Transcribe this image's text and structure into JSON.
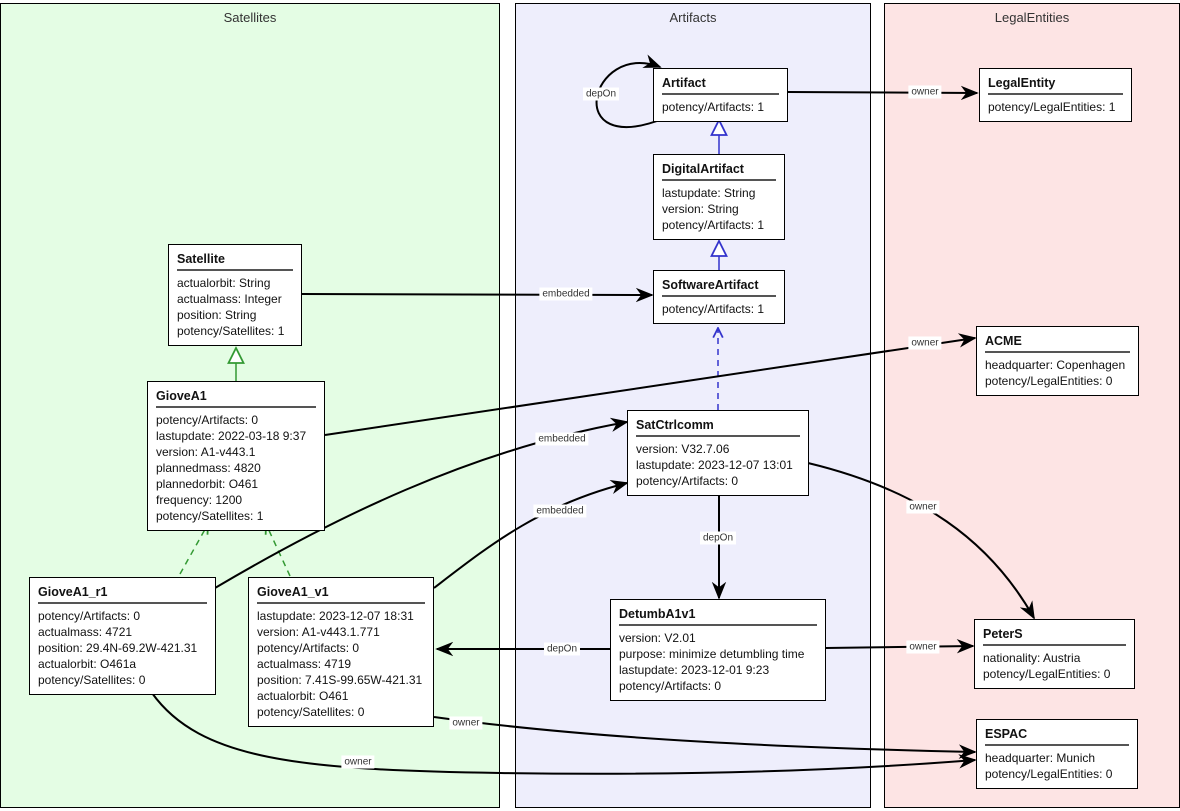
{
  "lanes": {
    "satellites": "Satellites",
    "artifacts": "Artifacts",
    "legal": "LegalEntities"
  },
  "nodes": {
    "artifact": {
      "title": "Artifact",
      "attrs": [
        "potency/Artifacts: 1"
      ]
    },
    "digital_artifact": {
      "title": "DigitalArtifact",
      "attrs": [
        "lastupdate: String",
        "version: String",
        "potency/Artifacts: 1"
      ]
    },
    "software_artifact": {
      "title": "SoftwareArtifact",
      "attrs": [
        "potency/Artifacts: 1"
      ]
    },
    "satctrlcomm": {
      "title": "SatCtrlcomm",
      "attrs": [
        "version: V32.7.06",
        "lastupdate: 2023-12-07 13:01",
        "potency/Artifacts: 0"
      ]
    },
    "detumb": {
      "title": "DetumbA1v1",
      "attrs": [
        "version: V2.01",
        "purpose: minimize detumbling time",
        "lastupdate: 2023-12-01 9:23",
        "potency/Artifacts: 0"
      ]
    },
    "satellite": {
      "title": "Satellite",
      "attrs": [
        "actualorbit: String",
        "actualmass: Integer",
        "position: String",
        "potency/Satellites: 1"
      ]
    },
    "giovea1": {
      "title": "GioveA1",
      "attrs": [
        "potency/Artifacts: 0",
        "lastupdate: 2022-03-18 9:37",
        "version: A1-v443.1",
        "plannedmass: 4820",
        "plannedorbit: O461",
        "frequency: 1200",
        "potency/Satellites: 1"
      ]
    },
    "giovea1_r1": {
      "title": "GioveA1_r1",
      "attrs": [
        "potency/Artifacts: 0",
        "actualmass: 4721",
        "position: 29.4N-69.2W-421.31",
        "actualorbit: O461a",
        "potency/Satellites: 0"
      ]
    },
    "giovea1_v1": {
      "title": "GioveA1_v1",
      "attrs": [
        "lastupdate: 2023-12-07 18:31",
        "version: A1-v443.1.771",
        "potency/Artifacts: 0",
        "actualmass: 4719",
        "position: 7.41S-99.65W-421.31",
        "actualorbit: O461",
        "potency/Satellites: 0"
      ]
    },
    "legal_entity": {
      "title": "LegalEntity",
      "attrs": [
        "potency/LegalEntities: 1"
      ]
    },
    "acme": {
      "title": "ACME",
      "attrs": [
        "headquarter: Copenhagen",
        "potency/LegalEntities: 0"
      ]
    },
    "peters": {
      "title": "PeterS",
      "attrs": [
        "nationality: Austria",
        "potency/LegalEntities: 0"
      ]
    },
    "espac": {
      "title": "ESPAC",
      "attrs": [
        "headquarter: Munich",
        "potency/LegalEntities: 0"
      ]
    }
  },
  "edge_labels": {
    "artifact_self": "depOn",
    "artifact_owner": "owner",
    "satellite_embedded": "embedded",
    "giovea1_owner": "owner",
    "r1_embedded": "embedded",
    "v1_embedded": "embedded",
    "satctrl_depon": "depOn",
    "satctrl_owner": "owner",
    "detumb_depon": "depOn",
    "detumb_owner": "owner",
    "v1_owner": "owner",
    "r1_owner": "owner"
  },
  "colors": {
    "generalization_blue": "#3333cc",
    "generalization_green": "#339933",
    "edge": "#000000"
  }
}
